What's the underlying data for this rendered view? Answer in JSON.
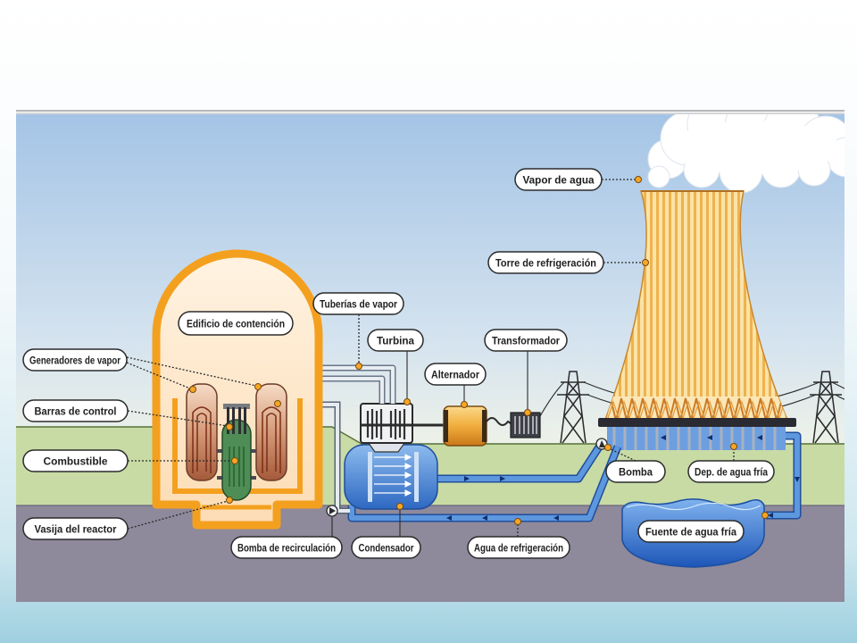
{
  "diagram": {
    "labels": {
      "vapor_de_agua": "Vapor de agua",
      "torre_de_refrigeracion": "Torre de refrigeración",
      "tuberias_de_vapor": "Tuberías de vapor",
      "edificio_de_contencion": "Edificio de contención",
      "turbina": "Turbina",
      "transformador": "Transformador",
      "alternador": "Alternador",
      "generadores_de_vapor": "Generadores de vapor",
      "barras_de_control": "Barras de control",
      "combustible": "Combustible",
      "vasija_del_reactor": "Vasija del reactor",
      "bomba_de_recirculacion": "Bomba de recirculación",
      "condensador": "Condensador",
      "agua_de_refrigeracion": "Agua de refrigeración",
      "bomba": "Bomba",
      "dep_de_agua_fria": "Dep. de agua fría",
      "fuente_de_agua_fria": "Fuente de agua fría"
    },
    "colors": {
      "containment": "#f4a01f",
      "cooling_water": "#3f7fd6",
      "ground": "#c8dba5",
      "underground": "#8e899b",
      "marker": "#f5a623",
      "sky": "#a4c4e6"
    }
  }
}
